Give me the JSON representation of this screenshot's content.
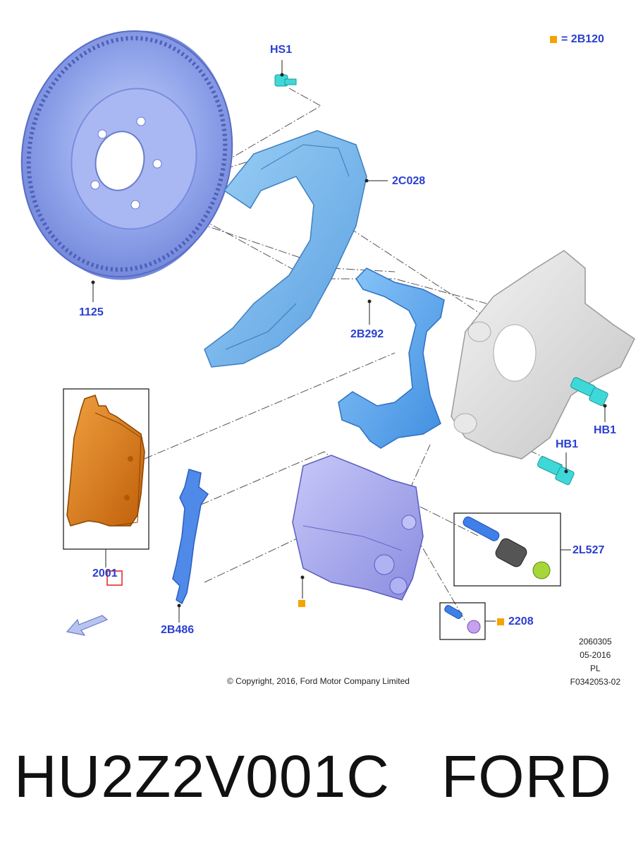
{
  "legend": {
    "marker_color": "#f5a300",
    "text": "= 2B120"
  },
  "labels": {
    "hs1": "HS1",
    "c2028": "2C028",
    "p1125": "1125",
    "b292": "2B292",
    "hb1_top": "HB1",
    "hb1_bottom": "HB1",
    "l527": "2L527",
    "p2001": "2001",
    "b486": "2B486",
    "p2208": "2208"
  },
  "meta": {
    "code": "2060305",
    "date": "05-2016",
    "lang": "PL",
    "ref": "F0342053-02"
  },
  "copyright": "© Copyright, 2016, Ford Motor Company Limited",
  "footer": {
    "part_number": "HU2Z2V001C",
    "brand": "FORD"
  },
  "colors": {
    "rotor": "#8aa0e8",
    "shield": "#6fb0e8",
    "bracket": "#5aa8f0",
    "knuckle": "#dcdcdc",
    "caliper": "#a7a8ee",
    "pads": "#e07a10",
    "bolt": "#3fd8d8",
    "label": "#2a3fd0"
  }
}
